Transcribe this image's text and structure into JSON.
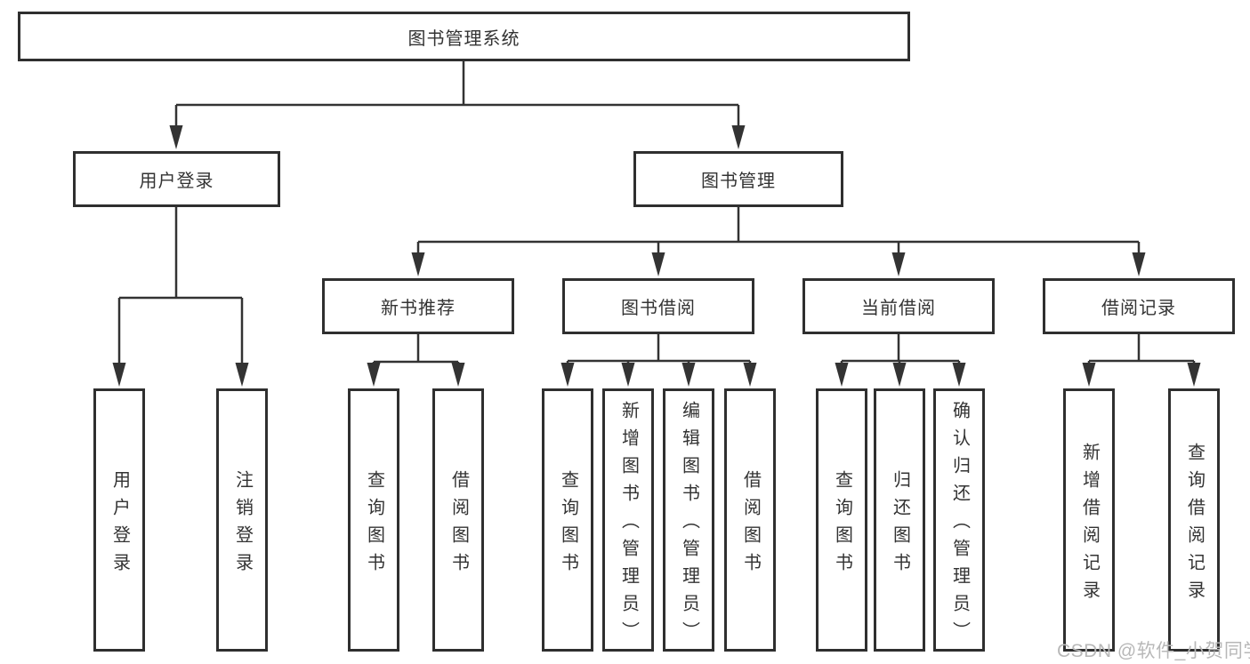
{
  "diagram": {
    "root": {
      "label": "图书管理系统"
    },
    "level2": [
      {
        "label": "用户登录"
      },
      {
        "label": "图书管理"
      }
    ],
    "level3": [
      {
        "label": "新书推荐"
      },
      {
        "label": "图书借阅"
      },
      {
        "label": "当前借阅"
      },
      {
        "label": "借阅记录"
      }
    ],
    "leaves": {
      "user_login": [
        "用户登录",
        "注销登录"
      ],
      "new_book_recommend": [
        "查询图书",
        "借阅图书"
      ],
      "book_borrowing": [
        "查询图书",
        "新增图书（管理员）",
        "编辑图书（管理员）",
        "借阅图书"
      ],
      "current_borrowing": [
        "查询图书",
        "归还图书",
        "确认归还（管理员）"
      ],
      "borrow_records": [
        "新增借阅记录",
        "查询借阅记录"
      ]
    },
    "watermark": "CSDN @软件_小贺同学",
    "colors": {
      "line": "#333333",
      "box_border": "#2f2f2f",
      "text": "#333333",
      "watermark": "#b8b8b8",
      "background": "#ffffff"
    }
  }
}
